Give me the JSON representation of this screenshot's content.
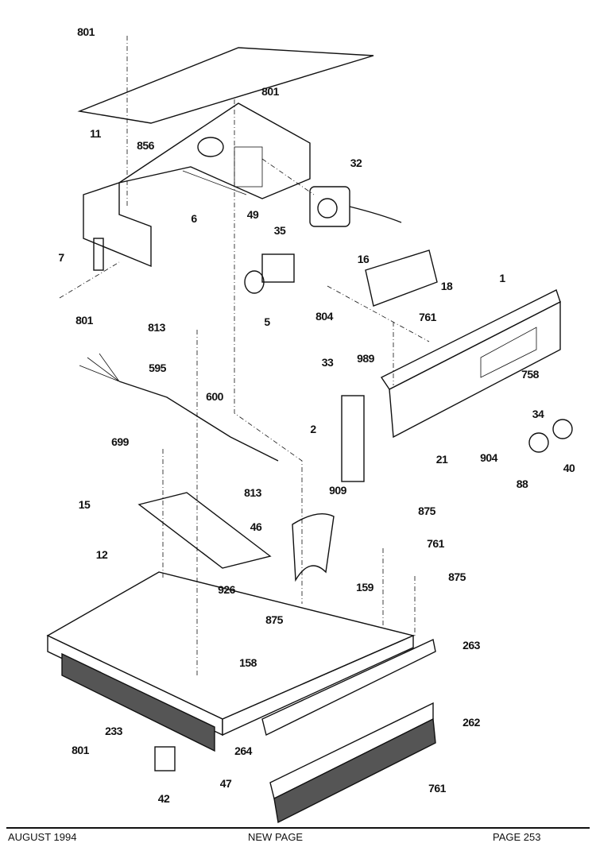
{
  "callouts": [
    "801",
    "801",
    "11",
    "856",
    "32",
    "6",
    "49",
    "35",
    "16",
    "18",
    "1",
    "7",
    "5",
    "801",
    "804",
    "761",
    "813",
    "33",
    "989",
    "758",
    "595",
    "600",
    "34",
    "2",
    "21",
    "904",
    "88",
    "40",
    "699",
    "909",
    "15",
    "813",
    "875",
    "46",
    "12",
    "761",
    "875",
    "159",
    "926",
    "875",
    "158",
    "263",
    "233",
    "262",
    "264",
    "801",
    "47",
    "761",
    "42"
  ],
  "footer": {
    "date": "AUGUST 1994",
    "status": "NEW PAGE",
    "page": "PAGE 253"
  }
}
